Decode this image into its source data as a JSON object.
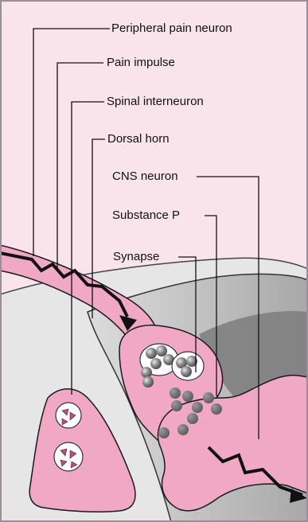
{
  "labels": {
    "peripheral_pain_neuron": "Peripheral pain neuron",
    "pain_impulse": "Pain impulse",
    "spinal_interneuron": "Spinal interneuron",
    "dorsal_horn": "Dorsal horn",
    "cns_neuron": "CNS neuron",
    "substance_p": "Substance P",
    "synapse": "Synapse"
  },
  "colors": {
    "background": "#f9e4ec",
    "frame": "#9a8f96",
    "tissue_light": "#e9e9e9",
    "tissue_mid": "#b9b9b9",
    "tissue_dark": "#6f6f6f",
    "neuron_pink": "#f0a8c4",
    "neuron_outline": "#1a1a1a",
    "vesicle": "#8c8c8c",
    "vesicle_dark": "#5a5a5a",
    "arrow": "#111111"
  }
}
